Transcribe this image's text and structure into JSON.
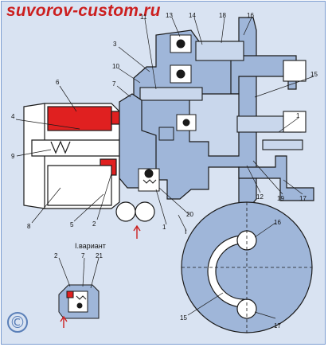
{
  "watermark": "suvorov-custom.ru",
  "variant_label": "I.вариант",
  "section_marker": "I",
  "copyright_symbol": "©",
  "callouts": {
    "c1": "1",
    "c2": "2",
    "c3": "3",
    "c4": "4",
    "c5": "5",
    "c6": "6",
    "c7": "7",
    "c8": "8",
    "c9": "9",
    "c10": "10",
    "c11": "11",
    "c12": "12",
    "c13": "13",
    "c14": "14",
    "c15": "15",
    "c16": "16",
    "c17": "17",
    "c18": "18",
    "c19": "19",
    "c20": "20",
    "c21": "21"
  },
  "colors": {
    "background": "#d9e3f2",
    "housing": "#9fb6d9",
    "magnet": "#e02020",
    "outline": "#1a1a1a"
  }
}
